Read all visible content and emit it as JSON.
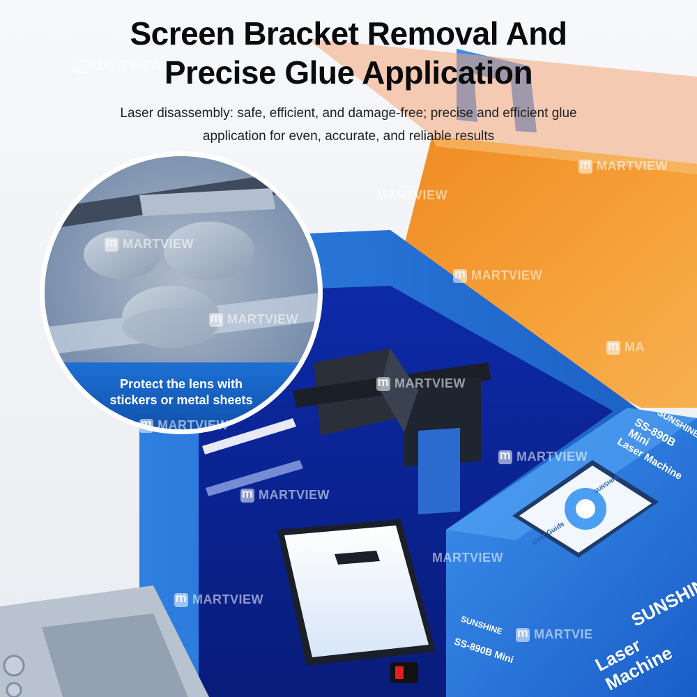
{
  "headline": {
    "line1": "Screen Bracket Removal And",
    "line2": "Precise Glue Application"
  },
  "subtitle": {
    "line1": "Laser disassembly: safe, efficient, and damage-free; precise and efficient glue",
    "line2": "application for even, accurate, and reliable results"
  },
  "lens_callout": {
    "line1": "Protect the lens with",
    "line2": "stickers or metal sheets"
  },
  "machine": {
    "brand": "SUNSHINE",
    "model": "SS-890B Mini",
    "product": "Laser Machine",
    "screen_label": "User Guide",
    "screen_logo": "SUNSHINE",
    "screen_line": "SUNSHINE"
  },
  "watermark": "MARTVIEW",
  "colors": {
    "machine_blue": "#1f6fd1",
    "lid_orange": "#f59a2e",
    "callout_blue": "#1a5fb4"
  }
}
